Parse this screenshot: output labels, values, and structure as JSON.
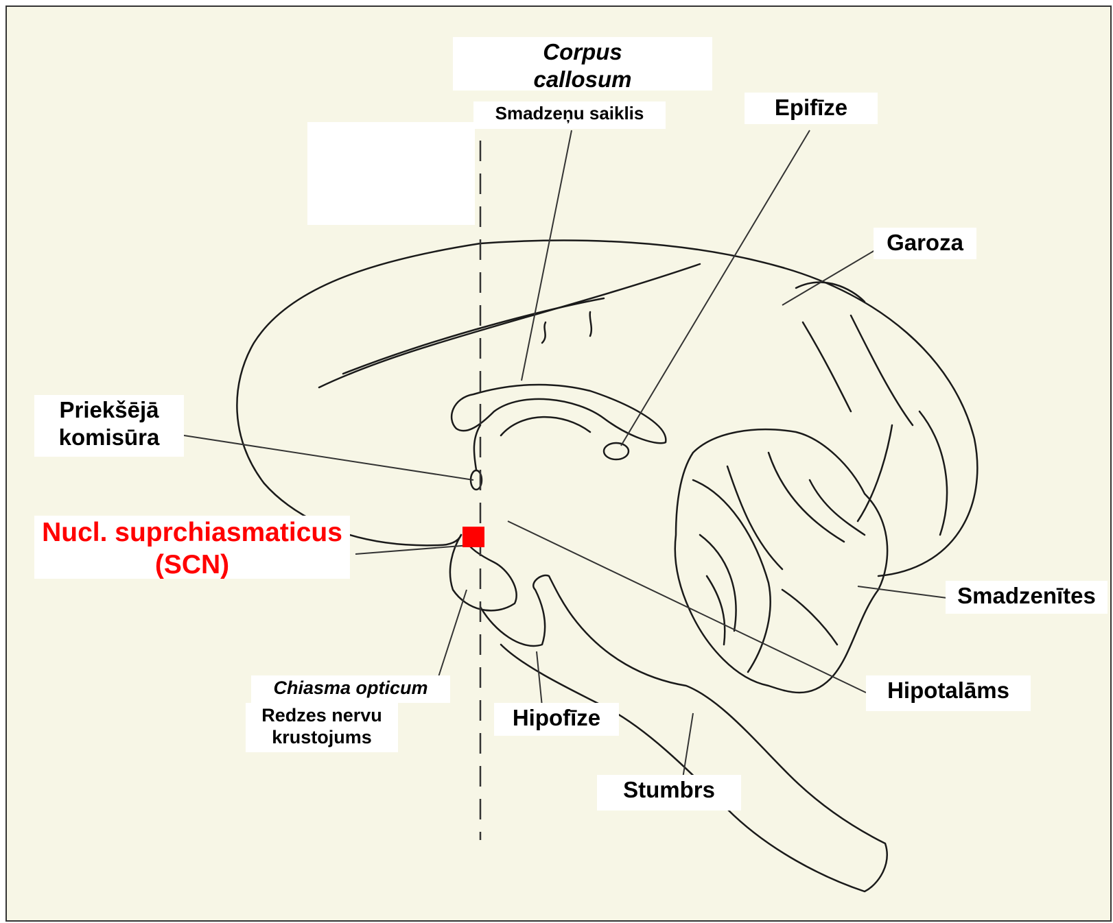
{
  "labels": {
    "corpus_callosum_latin_1": "Corpus",
    "corpus_callosum_latin_2": "callosum",
    "corpus_callosum_lv": "Smadzeņu saiklis",
    "epifize": "Epifīze",
    "garoza": "Garoza",
    "prieksejakomisura_1": "Priekšējā",
    "prieksejakomisura_2": "komisūra",
    "scn_1": "Nucl. suprchiasmaticus",
    "scn_2": "(SCN)",
    "smadzenites": "Smadzenītes",
    "hipotalams": "Hipotalāms",
    "chiasma_latin": "Chiasma opticum",
    "chiasma_lv_1": "Redzes nervu",
    "chiasma_lv_2": "krustojums",
    "hipofize": "Hipofīze",
    "stumbrs": "Stumbrs"
  },
  "colors": {
    "background": "#f7f6e6",
    "line": "#1a1a1a",
    "highlight": "#ff0000",
    "label_bg": "#ffffff"
  }
}
